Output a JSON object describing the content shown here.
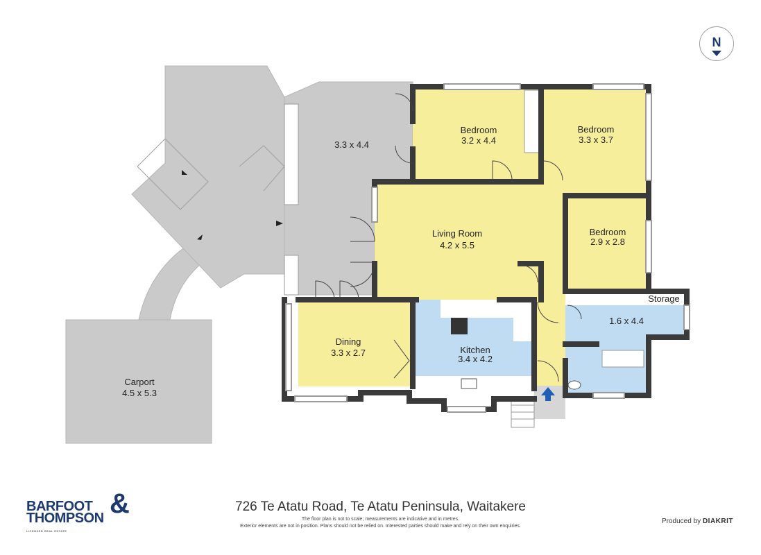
{
  "rooms": [
    {
      "name": "",
      "dims": "3.3 x 4.4"
    },
    {
      "name": "Bedroom",
      "dims": "3.2 x 4.4"
    },
    {
      "name": "Bedroom",
      "dims": "3.3 x 3.7"
    },
    {
      "name": "Living Room",
      "dims": "4.2 x 5.5"
    },
    {
      "name": "Bedroom",
      "dims": "2.9 x 2.8"
    },
    {
      "name": "Storage",
      "dims": ""
    },
    {
      "name": "",
      "dims": "1.6 x 4.4"
    },
    {
      "name": "Dining",
      "dims": "3.3 x 2.7"
    },
    {
      "name": "Kitchen",
      "dims": "3.4 x 4.2"
    },
    {
      "name": "Carport",
      "dims": "4.5 x 5.3"
    }
  ],
  "footer": {
    "address": "726 Te Atatu Road, Te Atatu Peninsula, Waitakere",
    "note1": "The floor plan is not to scale; measurements are indicative and in metres.",
    "note2": "Exterior elements are not in position. Plans should not be relied on. Interested parties should make and rely on their own enquiries."
  },
  "brand": {
    "line1": "BARFOOT",
    "line2": "THOMPSON",
    "amp": "&",
    "tagline": "LICENSED REAL ESTATE"
  },
  "producer": {
    "prefix": "Produced by",
    "name": "DIAKRIT"
  },
  "compass": {
    "label": "N"
  },
  "colors": {
    "wall": "#3a3a3a",
    "bedroom_fill": "#f7ee9b",
    "wet_fill": "#bfdcf2",
    "outdoor_fill": "#cacaca",
    "entry_arrow": "#1f5fb8",
    "brand": "#1d3a6e"
  }
}
